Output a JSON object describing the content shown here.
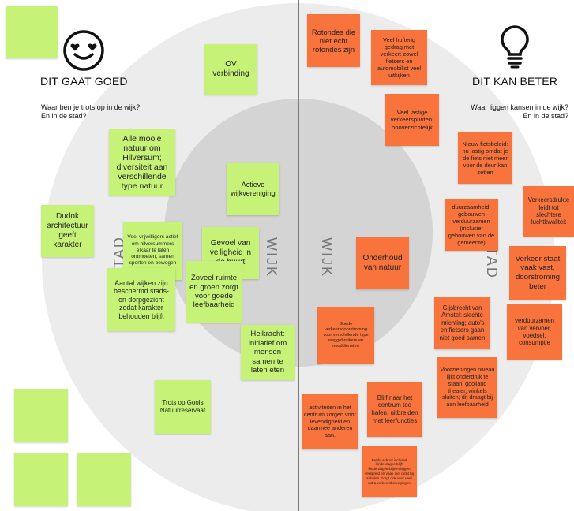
{
  "left": {
    "title": "DIT GAAT GOED",
    "question": "Waar ben je trots op in de wijk? En in de stad?",
    "icon": "smiley-heart-eyes-icon"
  },
  "right": {
    "title": "DIT KAN BETER",
    "question": "Waar liggen kansen in de wijk? En in de stad?",
    "icon": "lightbulb-icon"
  },
  "rings": {
    "stad": "STAD",
    "wijk": "WIJK"
  },
  "colors": {
    "green_note": "#c6f277",
    "orange_note": "#f9733c",
    "outer_circle": "#ececec",
    "inner_circle": "#d4d4d4"
  },
  "green_notes": [
    {
      "text": "OV verbinding"
    },
    {
      "text": "Alle mooie natuur om Hilversum; diversiteit aan verschillende type natuur"
    },
    {
      "text": "Actieve wijkvereniging"
    },
    {
      "text": "Dudok architectuur geeft karakter"
    },
    {
      "text": "Veel vrijwilligers actief om hilversummers elkaar te laten ontmoeten, samen sporten en bewegen"
    },
    {
      "text": "Gevoel van veiligheid in de buurt"
    },
    {
      "text": "Aantal wijken zijn beschermd stads- en dorpgezicht zodat karakter behouden blijft"
    },
    {
      "text": "Zoveel ruimte en groen zorgt voor goede leefbaarheid"
    },
    {
      "text": "Heikracht: initiatief om mensen samen te laten eten"
    },
    {
      "text": "Trots op Gools Natuurreservaat"
    }
  ],
  "orange_notes": [
    {
      "text": "Rotondes die niet echt rotondes zijn"
    },
    {
      "text": "Veel hufterig gedrag met verkeer: zowel fietsers en automobilist veel uitkijken"
    },
    {
      "text": "Veel lastige verkeerspunten; onoverzichtelijk"
    },
    {
      "text": "Nieuw fietsbeleid: nu lastig omdat je de fiets niet meer voor de deur kan zetten"
    },
    {
      "text": "Verkeersdrukte leidt tot slechtere luchtkwaliteit"
    },
    {
      "text": "duurzaamheid: gebouwen verduurzamen (inclusief gebouwen van de gemeente)"
    },
    {
      "text": "Verkeer staat vaak vast, doorstroming beter"
    },
    {
      "text": "Onderhoud van natuur"
    },
    {
      "text": "Gijsbrecht van Amstel: slechte inrichting; auto's en fietsers gaan niet goed samen"
    },
    {
      "text": "verduurzamen van vervoer, voedsel, consumptie"
    },
    {
      "text": "Goede verkeersdoorstroming voor verschillende type weggebruikers en nooddiensten"
    },
    {
      "text": "Voorzieningen niveau lijkt onderdruk te staan: gooiland theater, winkels sluiten; dit draagt bij aan leefbaarheid"
    },
    {
      "text": "activiteiten in het centrum zorgen voor levendigheid en daarmee anderen aan."
    },
    {
      "text": "Blijf naar het centrum toe halen, uitbreiden met leerfuncties"
    },
    {
      "text": "Brede school inclusief kinderdagverblijf: kinderdagverblijven liggen verspreid en vaak niet dicht bij scholen. zorgt ook voor veel extra verkeersbewegingen"
    }
  ]
}
